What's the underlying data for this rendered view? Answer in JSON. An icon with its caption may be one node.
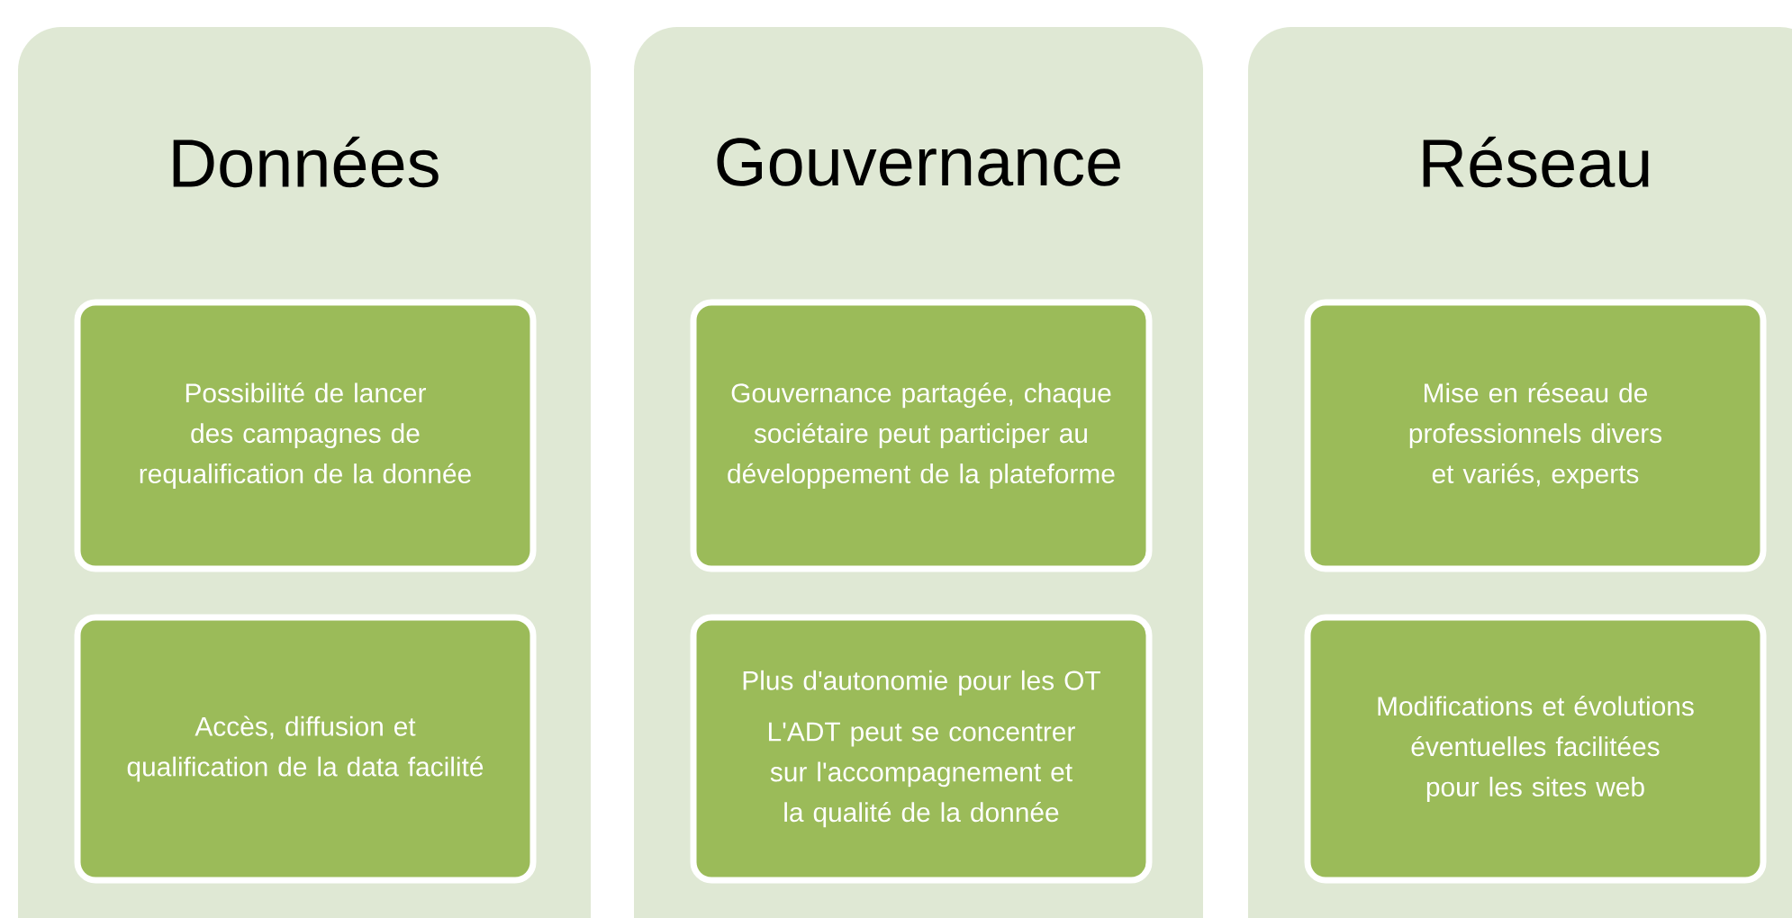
{
  "diagram": {
    "nodes": [
      {
        "text": [
          "Données"
        ]
      },
      {
        "text": [
          "Possibilité de lancer des campagnes de requalification de la donnée"
        ],
        "in": 0
      },
      {
        "text": [
          "Accès, diffusion et qualification de la data facilité"
        ],
        "in": 0
      },
      {
        "text": [
          "Gouvernance"
        ]
      },
      {
        "text": [
          "Gouvernance partagée, chaque sociétaire peut participer au développement de la plateforme"
        ],
        "in": 3
      },
      {
        "text": [
          "Plus d'autonomie pour les OT",
          "L'ADT peut se concentrer sur l'accompagnement et la qualité de la donnée"
        ],
        "in": 3
      },
      {
        "text": [
          "Réseau"
        ]
      },
      {
        "text": [
          "Mise en réseau de professionnels divers et variés, experts"
        ],
        "in": 6
      },
      {
        "text": [
          "Modifications et évolutions éventuelles facilitées pour les sites web"
        ],
        "in": 6
      }
    ]
  }
}
